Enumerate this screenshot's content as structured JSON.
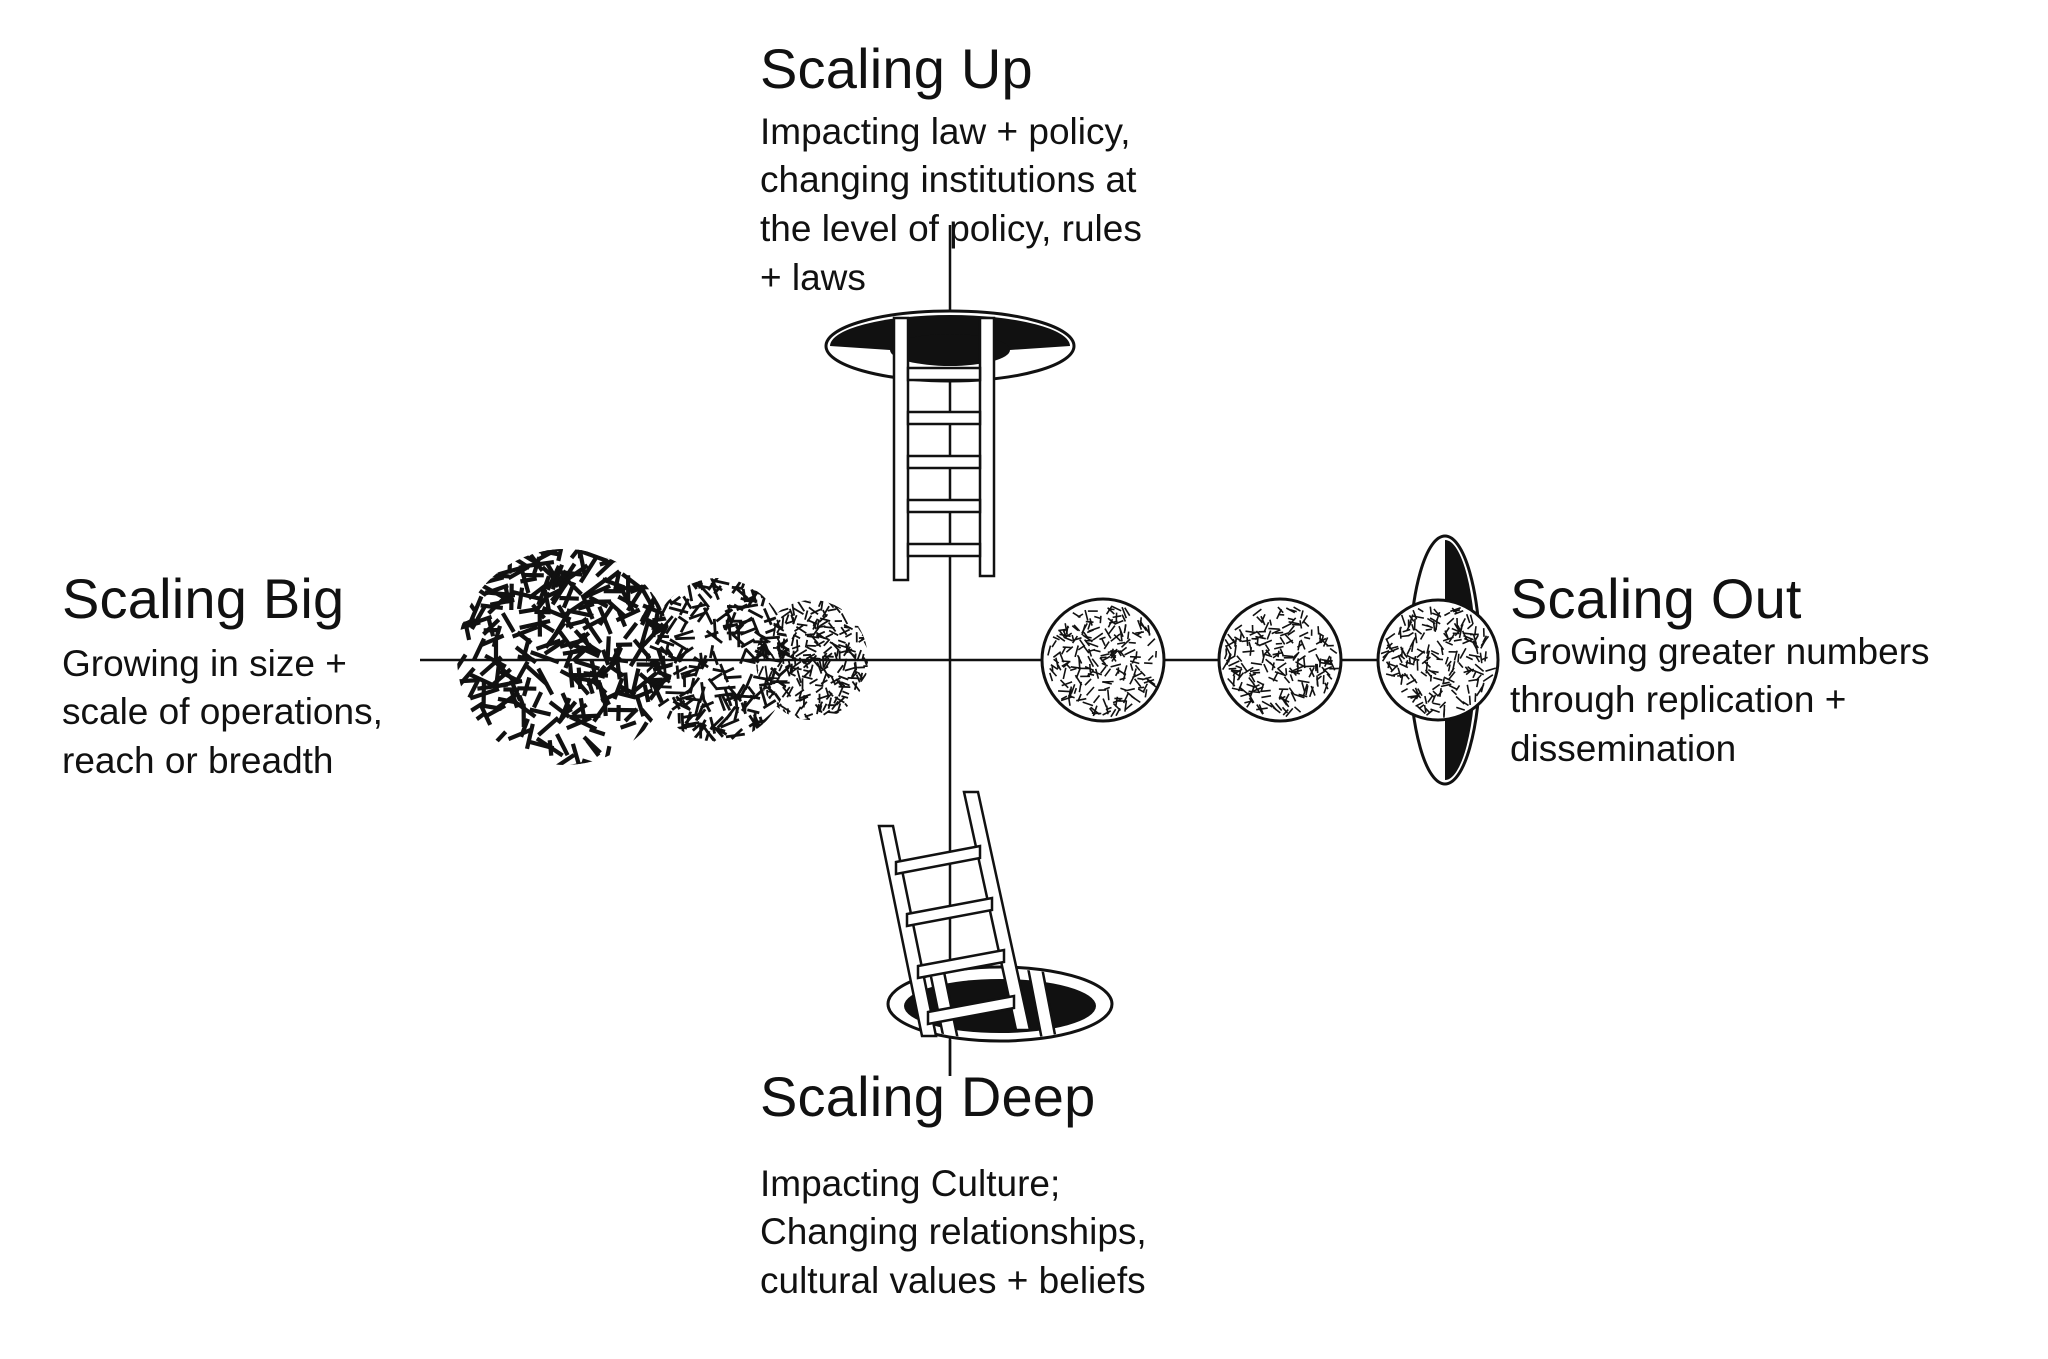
{
  "scaling_up": {
    "title": "Scaling Up",
    "lines": [
      "Impacting law + policy,",
      "changing institutions at",
      "the level of policy, rules",
      "+ laws"
    ]
  },
  "scaling_big": {
    "title": "Scaling Big",
    "lines": [
      "Growing in size +",
      "scale of operations,",
      "reach or breadth"
    ]
  },
  "scaling_out": {
    "title": "Scaling Out",
    "lines": [
      "Growing greater numbers",
      "through replication +",
      "dissemination"
    ]
  },
  "scaling_deep": {
    "title": "Scaling Deep",
    "lines": [
      "Impacting Culture;",
      "Changing relationships,",
      "cultural values + beliefs"
    ]
  },
  "colors": {
    "ink": "#111111",
    "background": "#ffffff"
  },
  "icons": [
    "ladder-up-icon",
    "ladder-down-icon",
    "hole-icon",
    "speckled-sphere-icon",
    "speckled-cloud-icon"
  ]
}
